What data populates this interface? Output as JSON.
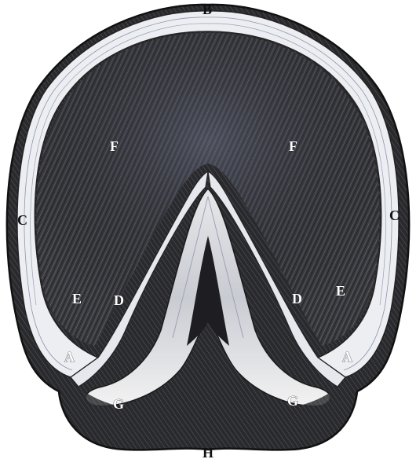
{
  "figure": {
    "labels": {
      "B": "B",
      "C_left": "C",
      "C_right": "C",
      "F_left": "F",
      "F_right": "F",
      "E_left": "E",
      "E_right": "E",
      "D_left": "D",
      "D_right": "D",
      "A_left": "A",
      "A_right": "A",
      "G_left": "G",
      "G_right": "G",
      "H": "H"
    },
    "colors": {
      "outer": "#2b2b2b",
      "sole": "#3a3a3a",
      "wall": "#e9ecef",
      "frog_light": "#f4f4f4",
      "frog_dark": "#1e1e1e",
      "tint": "#4a5a8a"
    }
  }
}
